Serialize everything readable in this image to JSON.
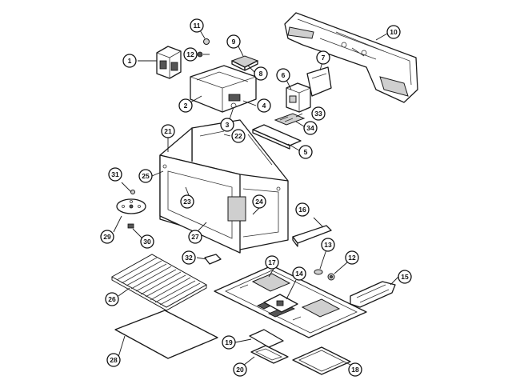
{
  "diagram": {
    "callouts": [
      {
        "id": "c1",
        "label": "1"
      },
      {
        "id": "c2",
        "label": "2"
      },
      {
        "id": "c3",
        "label": "3"
      },
      {
        "id": "c4",
        "label": "4"
      },
      {
        "id": "c5",
        "label": "5"
      },
      {
        "id": "c6",
        "label": "6"
      },
      {
        "id": "c7",
        "label": "7"
      },
      {
        "id": "c8",
        "label": "8"
      },
      {
        "id": "c9",
        "label": "9"
      },
      {
        "id": "c10",
        "label": "10"
      },
      {
        "id": "c11",
        "label": "11"
      },
      {
        "id": "c12a",
        "label": "12"
      },
      {
        "id": "c12b",
        "label": "12"
      },
      {
        "id": "c13",
        "label": "13"
      },
      {
        "id": "c14",
        "label": "14"
      },
      {
        "id": "c15",
        "label": "15"
      },
      {
        "id": "c16",
        "label": "16"
      },
      {
        "id": "c17",
        "label": "17"
      },
      {
        "id": "c18",
        "label": "18"
      },
      {
        "id": "c19",
        "label": "19"
      },
      {
        "id": "c20",
        "label": "20"
      },
      {
        "id": "c21",
        "label": "21"
      },
      {
        "id": "c22",
        "label": "22"
      },
      {
        "id": "c23",
        "label": "23"
      },
      {
        "id": "c24",
        "label": "24"
      },
      {
        "id": "c25",
        "label": "25"
      },
      {
        "id": "c26",
        "label": "26"
      },
      {
        "id": "c27",
        "label": "27"
      },
      {
        "id": "c28",
        "label": "28"
      },
      {
        "id": "c29",
        "label": "29"
      },
      {
        "id": "c30",
        "label": "30"
      },
      {
        "id": "c31",
        "label": "31"
      },
      {
        "id": "c32",
        "label": "32"
      },
      {
        "id": "c33",
        "label": "33"
      },
      {
        "id": "c34",
        "label": "34"
      }
    ]
  }
}
